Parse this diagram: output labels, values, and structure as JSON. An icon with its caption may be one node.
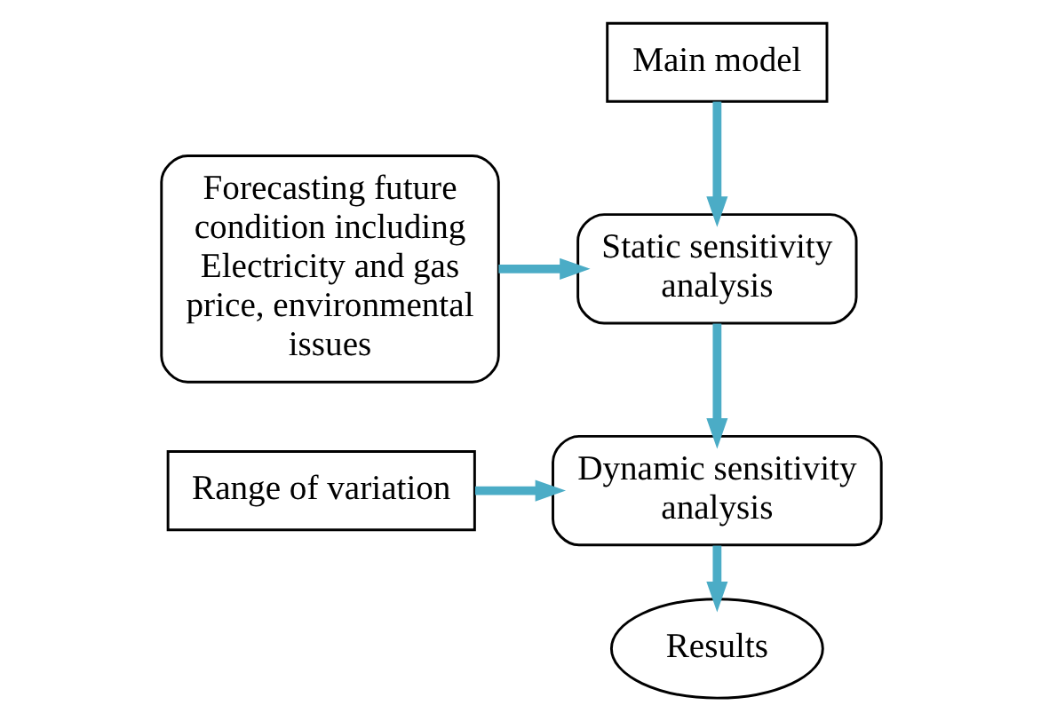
{
  "diagram": {
    "nodes": [
      {
        "text": [
          "Forecasting future condition including Electricity and gas price, environmental issues"
        ]
      },
      {
        "text": [
          "Main model"
        ]
      },
      {
        "text": [
          "Static sensitivity analysis"
        ]
      },
      {
        "text": [
          "Range of variation"
        ]
      },
      {
        "text": [
          "Dynamic sensitivity analysis"
        ]
      },
      {
        "text": [
          "Results"
        ]
      }
    ],
    "edges": [
      {
        "from": 1,
        "to": 2,
        "arrow": "to"
      },
      {
        "from": 0,
        "to": 2,
        "arrow": "to"
      },
      {
        "from": 2,
        "to": 4,
        "arrow": "to"
      },
      {
        "from": 3,
        "to": 4,
        "arrow": "to"
      },
      {
        "from": 4,
        "to": 5,
        "arrow": "to"
      }
    ]
  }
}
